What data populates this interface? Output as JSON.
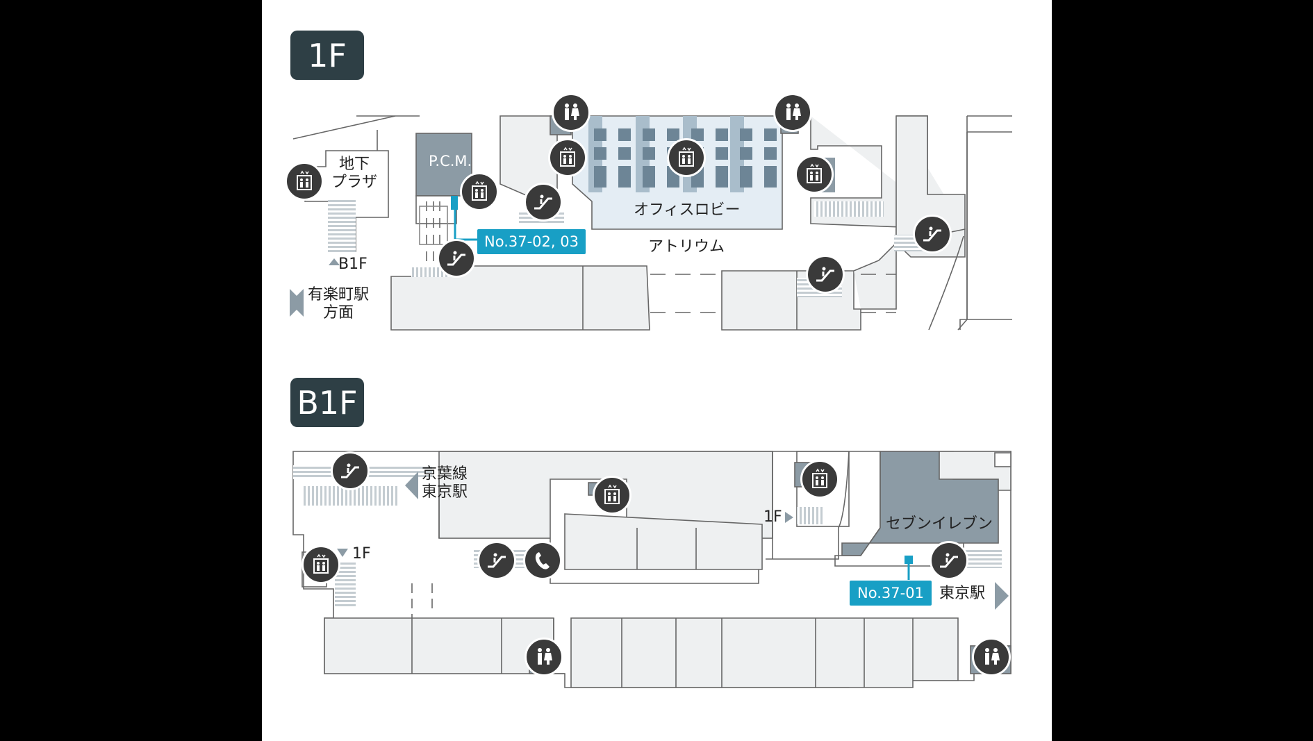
{
  "floors": {
    "upper": {
      "badge": "1F",
      "labels": {
        "underground_plaza": "地下\nプラザ",
        "pcm": "P.C.M.",
        "office_lobby": "オフィスロビー",
        "atrium": "アトリウム",
        "to_b1f": "B1F",
        "to_yurakucho": "有楽町駅\n方面"
      },
      "callout": "No.37-02, 03"
    },
    "lower": {
      "badge": "B1F",
      "labels": {
        "keiyo_line": "京葉線\n東京駅",
        "to_1f_left": "1F",
        "to_1f_mid": "1F",
        "seven_eleven": "セブンイレブン",
        "tokyo_station": "東京駅"
      },
      "callout": "No.37-01"
    }
  },
  "icons": {
    "elevator": "elevator-icon",
    "escalator": "escalator-icon",
    "restroom": "restroom-icon",
    "telephone": "telephone-icon"
  },
  "colors": {
    "background": "#000000",
    "paper": "#ffffff",
    "room_fill": "#eef0f1",
    "dark_room": "#8c9ba5",
    "lobby_fill": "#e4edf4",
    "badge": "#2e3f45",
    "callout": "#189fc5",
    "icon": "#3a3a3a"
  }
}
